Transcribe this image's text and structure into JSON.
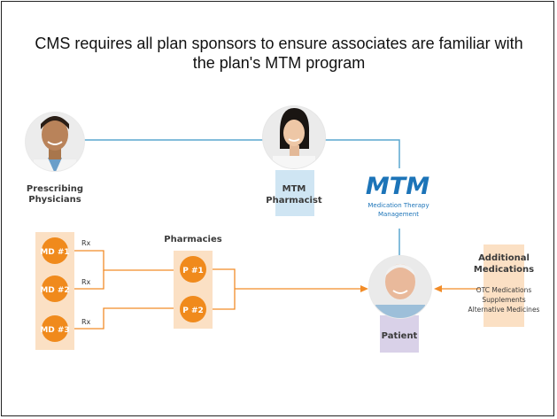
{
  "title": "CMS requires all plan sponsors to ensure associates are familiar with the plan's MTM program",
  "colors": {
    "line_blue": "#5aa7cf",
    "orange_line": "#f28c28",
    "orange_circle": "#f08a1c",
    "peach_box": "#fbe0c4",
    "blue_box": "#cfe5f3",
    "lavender_box": "#d9d1e8",
    "mtm_blue": "#1c74b8",
    "text_dark": "#3a3a3a"
  },
  "prescribers": {
    "label_line1": "Prescribing",
    "label_line2": "Physicians",
    "doctors": [
      "MD #1",
      "MD #2",
      "MD #3"
    ],
    "rx_label": "Rx"
  },
  "pharmacist": {
    "label_line1": "MTM",
    "label_line2": "Pharmacist"
  },
  "mtm": {
    "logo": "MTM",
    "sub_line1": "Medication Therapy",
    "sub_line2": "Management"
  },
  "pharmacies": {
    "label": "Pharmacies",
    "items": [
      "P #1",
      "P #2"
    ]
  },
  "patient": {
    "label": "Patient"
  },
  "additional": {
    "label_line1": "Additional",
    "label_line2": "Medications",
    "items": [
      "OTC Medications",
      "Supplements",
      "Alternative Medicines"
    ]
  }
}
